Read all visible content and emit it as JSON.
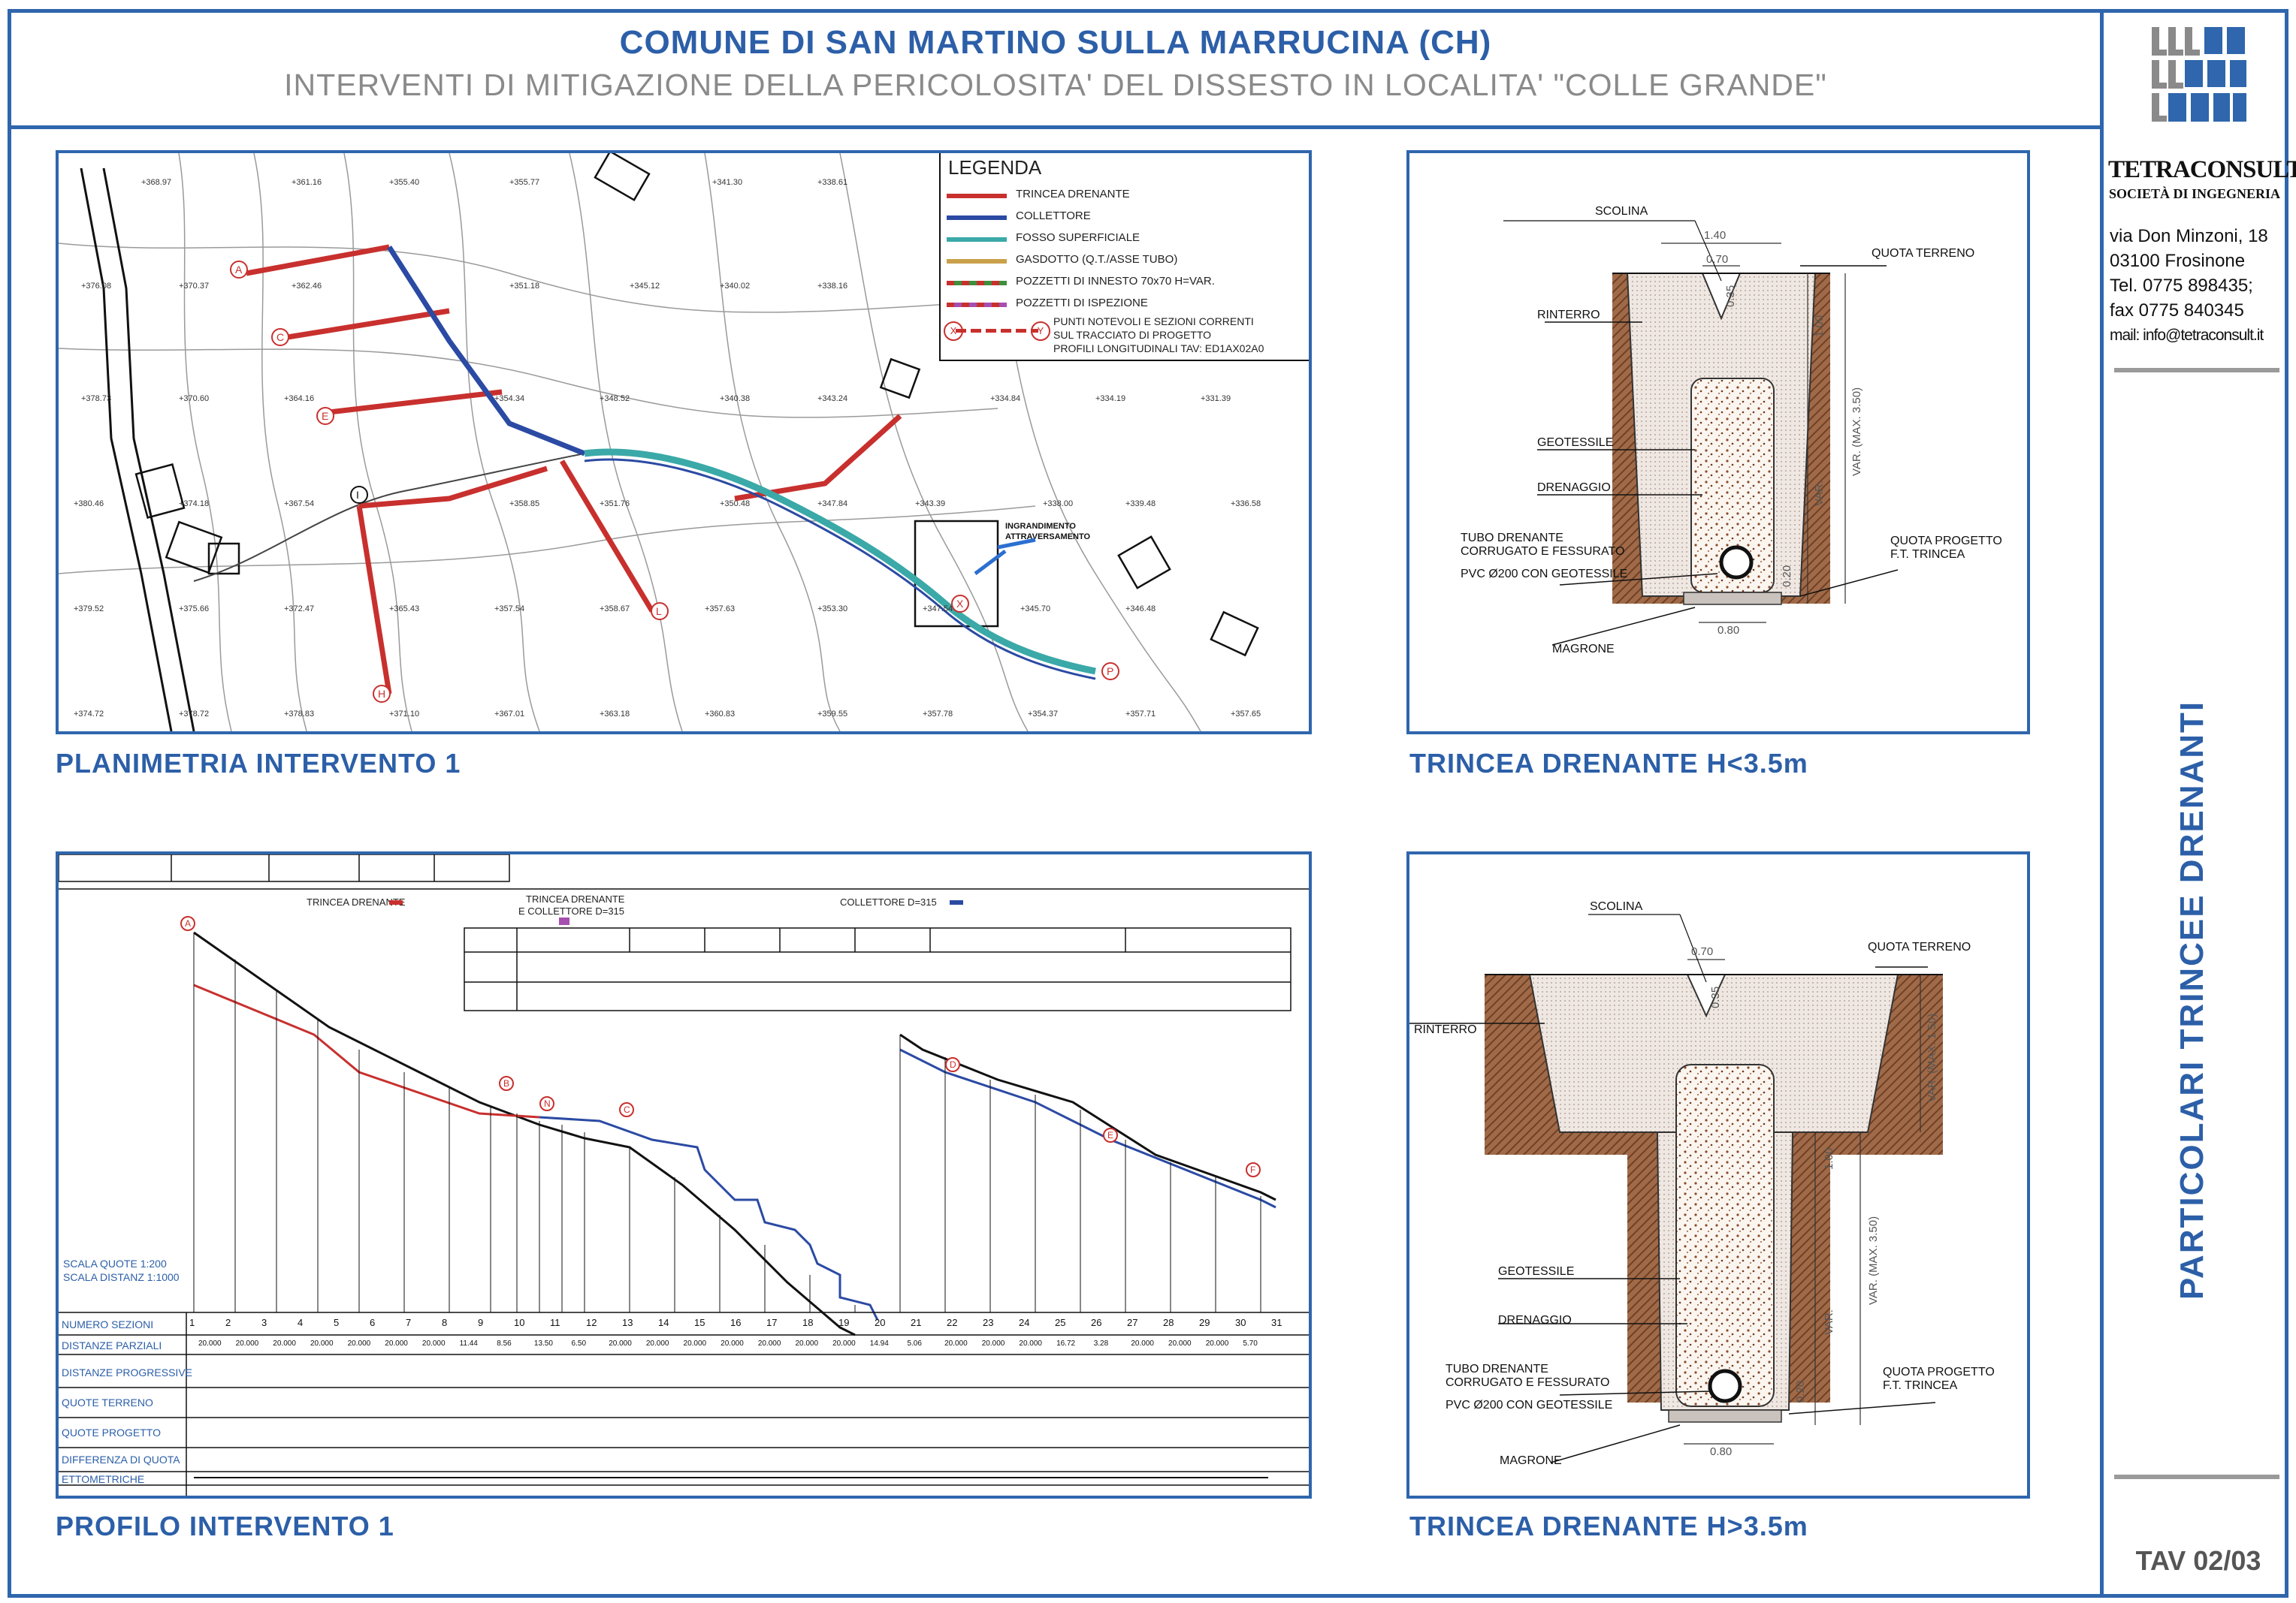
{
  "header": {
    "title": "COMUNE DI SAN MARTINO SULLA MARRUCINA (CH)",
    "subtitle": "INTERVENTI DI MITIGAZIONE DELLA PERICOLOSITA' DEL DISSESTO IN LOCALITA' \"COLLE GRANDE\""
  },
  "panels": {
    "plan": {
      "caption": "PLANIMETRIA INTERVENTO 1",
      "legend": {
        "title": "LEGENDA",
        "items": [
          {
            "label": "TRINCEA DRENANTE",
            "color": "#c8302e"
          },
          {
            "label": "COLLETTORE",
            "color": "#2b4aa3"
          },
          {
            "label": "FOSSO SUPERFICIALE",
            "color": "#3aa9a8"
          },
          {
            "label": "GASDOTTO (Q.T./ASSE TUBO)",
            "color": "#c9a14a"
          },
          {
            "label": "POZZETTI DI INNESTO 70x70 H=VAR.",
            "color": "#3d8f3a"
          },
          {
            "label": "POZZETTI DI ISPEZIONE",
            "color": "#a64fb0"
          }
        ],
        "points_note_1": "PUNTI NOTEVOLI E SEZIONI CORRENTI",
        "points_note_2": "SUL TRACCIATO DI PROGETTO",
        "points_note_3": "PROFILI LONGITUDINALI TAV: ED1AX02A0"
      },
      "labels": {
        "enlarge_1": "INGRANDIMENTO",
        "enlarge_2": "ATTRAVERSAMENTO"
      }
    },
    "profile": {
      "caption": "PROFILO INTERVENTO 1",
      "legend_trench": "TRINCEA DRENANTE",
      "legend_trench_coll_1": "TRINCEA DRENANTE",
      "legend_trench_coll_2": "E COLLETTORE D=315",
      "legend_collector": "COLLETTORE D=315",
      "scale_1": "SCALA QUOTE    1:200",
      "scale_2": "SCALA DISTANZ   1:1000",
      "rows": [
        "NUMERO SEZIONI",
        "DISTANZE PARZIALI",
        "DISTANZE PROGRESSIVE",
        "QUOTE TERRENO",
        "QUOTE PROGETTO",
        "DIFFERENZA DI QUOTA",
        "ETTOMETRICHE"
      ],
      "section_numbers": [
        "1",
        "2",
        "3",
        "4",
        "5",
        "6",
        "7",
        "8",
        "9",
        "10",
        "11",
        "12",
        "13",
        "14",
        "15",
        "16",
        "17",
        "18",
        "19",
        "20",
        "21",
        "22",
        "23",
        "24",
        "25",
        "26",
        "27",
        "28",
        "29",
        "30",
        "31"
      ],
      "partial_distances": [
        "20.000",
        "20.000",
        "20.000",
        "20.000",
        "20.000",
        "20.000",
        "20.000",
        "11.44",
        "8.56",
        "13.50",
        "6.50",
        "20.000",
        "20.000",
        "20.000",
        "20.000",
        "20.000",
        "20.000",
        "20.000",
        "14.94",
        "5.06",
        "20.000",
        "20.000",
        "20.000",
        "16.72",
        "3.28",
        "20.000",
        "20.000",
        "20.000",
        "5.70"
      ]
    },
    "detail_a": {
      "caption": "TRINCEA DRENANTE H<3.5m",
      "labels": {
        "scolina": "SCOLINA",
        "quota_terreno": "QUOTA TERRENO",
        "rinterro": "RINTERRO",
        "geotessile": "GEOTESSILE",
        "drenaggio": "DRENAGGIO",
        "tubo_1": "TUBO DRENANTE",
        "tubo_2": "CORRUGATO E FESSURATO",
        "tubo_3": "PVC Ø200 CON GEOTESSILE",
        "quota_progetto_1": "QUOTA PROGETTO",
        "quota_progetto_2": "F.T. TRINCEA",
        "magrone": "MAGRONE",
        "dim_top": "1.40",
        "dim_scolina": "0.70",
        "dim_035": "0.35",
        "dim_100": "1.00",
        "dim_var_max": "VAR. (MAX. 3.50)",
        "dim_var": "VAR.",
        "dim_020": "0.20",
        "dim_bottom": "0.80"
      }
    },
    "detail_b": {
      "caption": "TRINCEA DRENANTE H>3.5m",
      "labels": {
        "scolina": "SCOLINA",
        "quota_terreno": "QUOTA TERRENO",
        "rinterro": "RINTERRO",
        "geotessile": "GEOTESSILE",
        "drenaggio": "DRENAGGIO",
        "tubo_1": "TUBO DRENANTE",
        "tubo_2": "CORRUGATO E FESSURATO",
        "tubo_3": "PVC Ø200 CON GEOTESSILE",
        "quota_progetto_1": "QUOTA PROGETTO",
        "quota_progetto_2": "F.T. TRINCEA",
        "magrone": "MAGRONE",
        "dim_scolina": "0.70",
        "dim_035": "0.35",
        "dim_var_max_top": "VAR. (MAX. 1.50)",
        "dim_100": "1.00",
        "dim_var_max": "VAR. (MAX. 3.50)",
        "dim_var": "VAR.",
        "dim_020": "0.20",
        "dim_bottom": "0.80"
      }
    }
  },
  "sidebar": {
    "company_name": "TETRACONSULT",
    "company_sub": "SOCIETÀ DI INGEGNERIA",
    "address_1": "via Don Minzoni, 18",
    "address_2": "03100 Frosinone",
    "phone": "Tel. 0775 898435;",
    "fax": "fax 0775 840345",
    "email": "mail: info@tetraconsult.it",
    "sheet_title": "PARTICOLARI TRINCEE DRENANTI",
    "sheet_number": "TAV 02/03"
  },
  "colors": {
    "frame_blue": "#2f66ad",
    "title_blue": "#2c5fa8",
    "subtitle_grey": "#8a8a8a",
    "trench_red": "#c8302e",
    "collector_blue": "#2b4aa3",
    "ditch_teal": "#3aa9a8",
    "soil_brown": "#8b5a3c"
  }
}
